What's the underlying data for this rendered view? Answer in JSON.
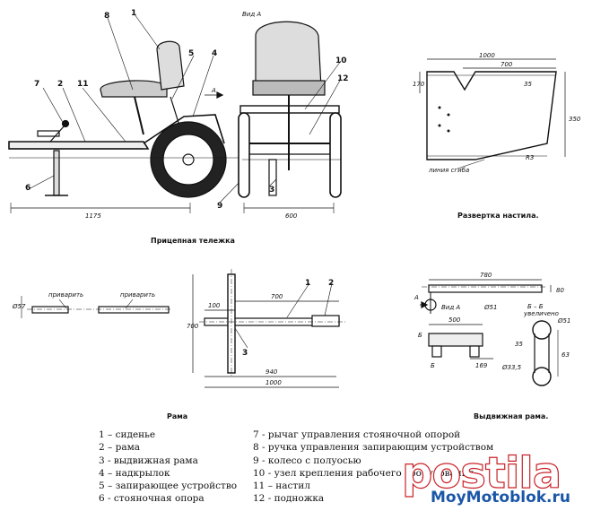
{
  "captions": {
    "trailer": "Прицепная тележка",
    "platform_unfold": "Развертка настила.",
    "frame": "Рама",
    "slide_frame": "Выдвижная рама."
  },
  "view_label": "Вид А",
  "view_label_2": "Вид А",
  "arrow_a": "А",
  "arrow_a2": "А",
  "callouts": {
    "c1": "1",
    "c2": "2",
    "c3": "3",
    "c4": "4",
    "c5": "5",
    "c6": "6",
    "c7": "7",
    "c8": "8",
    "c9": "9",
    "c10": "10",
    "c11": "11",
    "c12": "12",
    "f1": "1",
    "f2": "2",
    "f3": "3"
  },
  "dimensions": {
    "trailer_length": "1175",
    "track_width": "600",
    "unfold_total": "1000",
    "unfold_700": "700",
    "unfold_170": "170",
    "unfold_350": "350",
    "unfold_35": "35",
    "unfold_r3": "R3",
    "unfold_fold": "линия сгиба",
    "tube_d": "Ø57",
    "weld_1": "приварить",
    "weld_2": "приварить",
    "frame_700h": "700",
    "frame_700": "700",
    "frame_100": "100",
    "frame_940": "940",
    "frame_1000": "1000",
    "slide_780": "780",
    "slide_80": "80",
    "slide_500": "500",
    "slide_d51": "Ø51",
    "slide_section": "Б – Б",
    "slide_scale": "увеличено",
    "slide_d51b": "Ø51",
    "slide_35": "35",
    "slide_63": "63",
    "slide_d335": "Ø33,5",
    "slide_b": "Б",
    "slide_b2": "Б",
    "slide_169": "169"
  },
  "legend_left": [
    "1 – сиденье",
    "2 – рама",
    "3 - выдвижная рама",
    "4 – надкрылок",
    "5 – запирающее устройство",
    "6 - стояночная опора"
  ],
  "legend_right": [
    "7 - рычаг управления стояночной опорой",
    "8 - ручка управления запирающим устройством",
    "9 - колесо с полуосью",
    "10 - узел крепления рабочего оборудования",
    "11 – настил",
    "12 - подножка"
  ],
  "watermark": {
    "brand": "postila",
    "site": "MoyMotoblok.ru"
  }
}
